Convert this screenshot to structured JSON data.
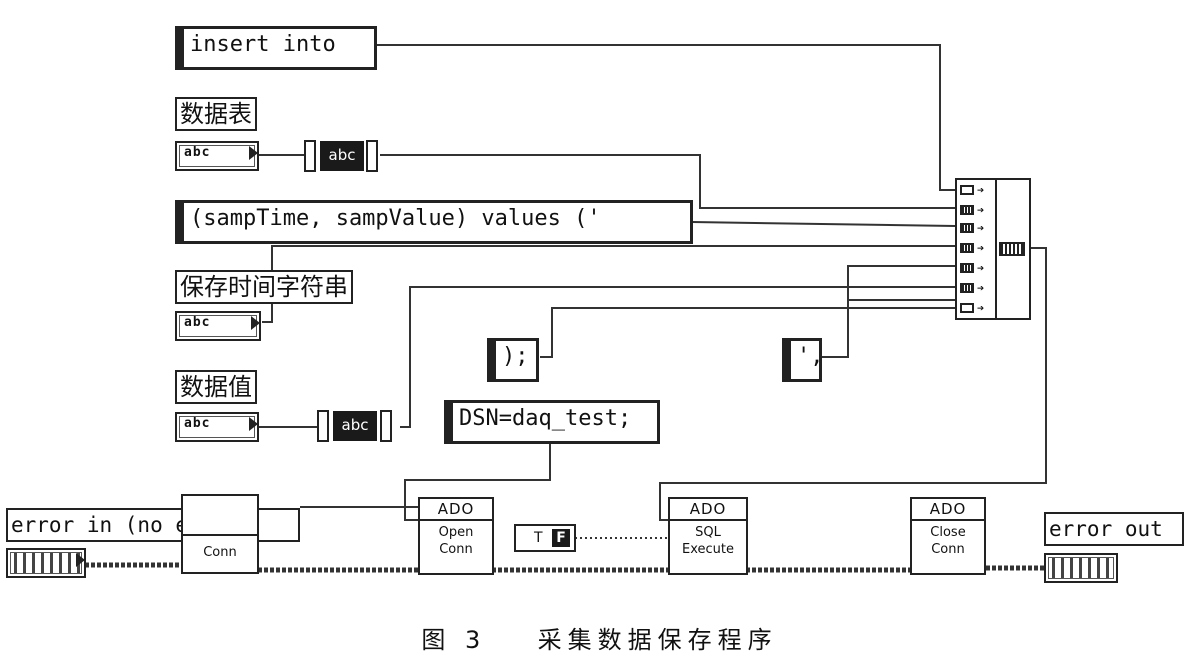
{
  "constants": {
    "insert_into": "insert into",
    "samp_values": " (sampTime, sampValue) values ('",
    "close_paren": ");",
    "quote_comma": "',",
    "dsn": "DSN=daq_test;"
  },
  "labels": {
    "table": "数据表",
    "time_string": "保存时间字符串",
    "value": "数据值",
    "error_in": "error in (no error)",
    "error_out": "error out"
  },
  "terminals": {
    "abc": "abc",
    "bool_false": "F",
    "bool_true": "T"
  },
  "ado_blocks": {
    "head": "ADO",
    "conn": "Conn",
    "open_line1": "Open",
    "open_line2": "Conn",
    "sql_line1": "SQL",
    "sql_line2": "Execute",
    "close_line1": "Close",
    "close_line2": "Conn"
  },
  "caption": {
    "figure": "图 3",
    "title": "采集数据保存程序"
  },
  "colors": {
    "ink": "#222222",
    "paper": "#ffffff"
  }
}
